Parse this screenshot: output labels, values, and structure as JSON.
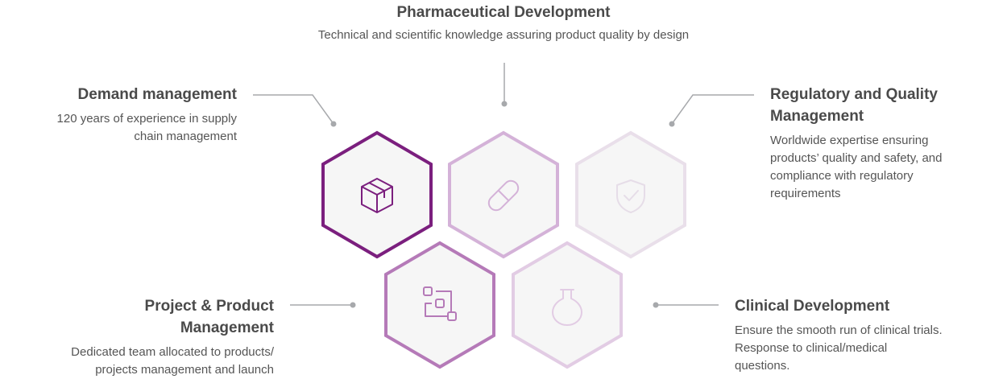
{
  "colors": {
    "accent": "#7b1f7e",
    "hex_outline_1": "#7b1f7e",
    "hex_outline_2": "#d4b2d8",
    "hex_outline_3": "#e9dfea",
    "hex_outline_4": "#b57ab8",
    "hex_outline_5": "#e2cce4",
    "hex_fill": "#f6f6f6",
    "connector": "#a7a9ac"
  },
  "sections": {
    "pharmaceutical": {
      "title": "Pharmaceutical Development",
      "description": "Technical and scientific knowledge assuring product quality by design"
    },
    "demand": {
      "title": "Demand management",
      "description_line1": "120 years of experience in supply",
      "description_line2": "chain management"
    },
    "regulatory": {
      "title_line1": "Regulatory and Quality",
      "title_line2": "Management",
      "description_line1": "Worldwide expertise ensuring",
      "description_line2": "products’ quality and safety, and",
      "description_line3": "compliance with regulatory",
      "description_line4": "requirements"
    },
    "project": {
      "title_line1": "Project & Product",
      "title_line2": "Management",
      "description_line1": "Dedicated team allocated to products/",
      "description_line2": "projects management and launch"
    },
    "clinical": {
      "title": "Clinical Development",
      "description_line1": "Ensure the smooth run of clinical trials.",
      "description_line2": "Response to clinical/medical",
      "description_line3": "questions."
    }
  },
  "hexagons": [
    {
      "id": "demand",
      "icon": "box-icon"
    },
    {
      "id": "pharmaceutical",
      "icon": "capsule-icon"
    },
    {
      "id": "regulatory",
      "icon": "shield-check-icon"
    },
    {
      "id": "project",
      "icon": "workflow-icon"
    },
    {
      "id": "clinical",
      "icon": "flask-icon"
    }
  ]
}
